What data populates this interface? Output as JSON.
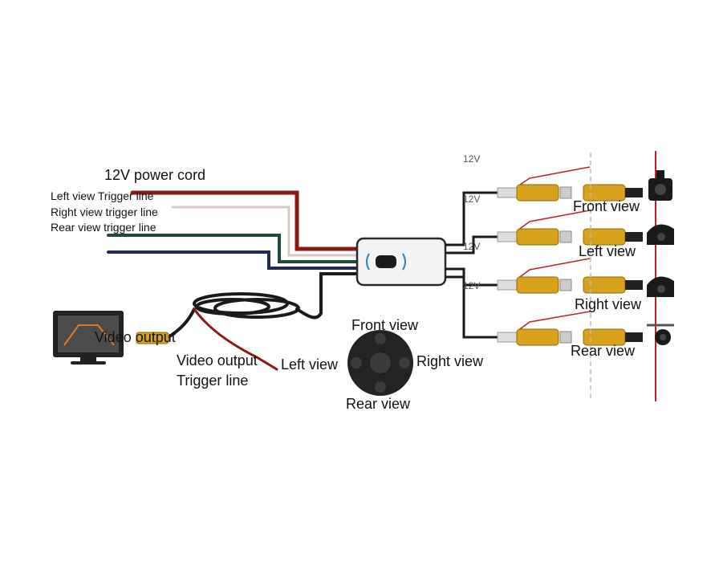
{
  "labels": {
    "power_cord": "12V power cord",
    "left_trigger": "Left view Trigger line",
    "right_trigger": "Right view trigger line",
    "rear_trigger": "Rear view trigger line",
    "video_output_monitor": "Video output",
    "video_output": "Video output",
    "trigger_line": "Trigger line",
    "v12_top": "12V",
    "v12_1": "12V",
    "v12_2": "12V",
    "v12_3": "12V"
  },
  "remote": {
    "front": "Front view",
    "left": "Left view",
    "right": "Right view",
    "rear": "Rear view"
  },
  "cameras": {
    "front": "Front view",
    "left": "Left view",
    "right": "Right view",
    "rear": "Rear view"
  },
  "colors": {
    "red_wire": "#8a1a12",
    "green_wire": "#1d4a3a",
    "blue_wire": "#1f2a55",
    "rca_yellow": "#d9a21c",
    "red_line": "#c0202a"
  }
}
